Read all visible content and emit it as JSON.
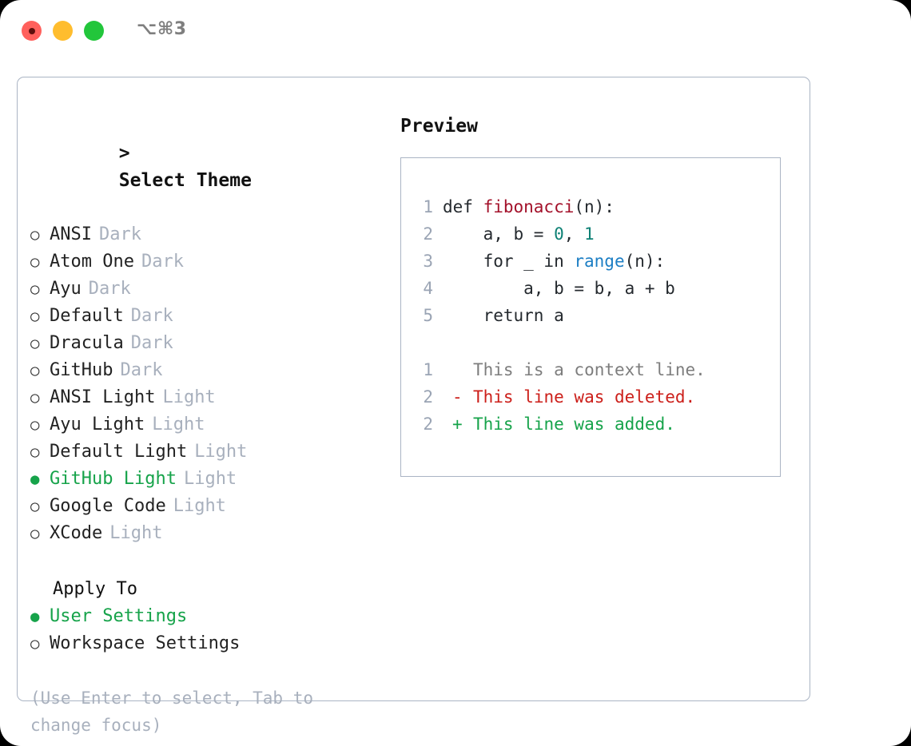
{
  "titlebar": {
    "shortcut": "⌥⌘3",
    "lights": [
      "close",
      "minimize",
      "maximize"
    ]
  },
  "theme_picker": {
    "header": "Select Theme",
    "caret": ">",
    "bullet_unselected": "○",
    "bullet_selected": "●",
    "items": [
      {
        "label": "ANSI",
        "suffix": "Dark",
        "selected": false
      },
      {
        "label": "Atom One",
        "suffix": "Dark",
        "selected": false
      },
      {
        "label": "Ayu",
        "suffix": "Dark",
        "selected": false
      },
      {
        "label": "Default",
        "suffix": "Dark",
        "selected": false
      },
      {
        "label": "Dracula",
        "suffix": "Dark",
        "selected": false
      },
      {
        "label": "GitHub",
        "suffix": "Dark",
        "selected": false
      },
      {
        "label": "ANSI Light",
        "suffix": "Light",
        "selected": false
      },
      {
        "label": "Ayu Light",
        "suffix": "Light",
        "selected": false
      },
      {
        "label": "Default Light",
        "suffix": "Light",
        "selected": false
      },
      {
        "label": "GitHub Light",
        "suffix": "Light",
        "selected": true
      },
      {
        "label": "Google Code",
        "suffix": "Light",
        "selected": false
      },
      {
        "label": "XCode",
        "suffix": "Light",
        "selected": false
      }
    ]
  },
  "apply_to": {
    "header": "Apply To",
    "items": [
      {
        "label": "User Settings",
        "selected": true
      },
      {
        "label": "Workspace Settings",
        "selected": false
      }
    ]
  },
  "hint": "(Use Enter to select, Tab to change focus)",
  "preview": {
    "title": "Preview",
    "code": [
      {
        "no": "1",
        "tokens": [
          {
            "t": "def ",
            "c": "code-text"
          },
          {
            "t": "fibonacci",
            "c": "tok-fn"
          },
          {
            "t": "(n):",
            "c": "code-text"
          }
        ]
      },
      {
        "no": "2",
        "tokens": [
          {
            "t": "    a, b = ",
            "c": "code-text"
          },
          {
            "t": "0",
            "c": "tok-num"
          },
          {
            "t": ", ",
            "c": "code-text"
          },
          {
            "t": "1",
            "c": "tok-num"
          }
        ]
      },
      {
        "no": "3",
        "tokens": [
          {
            "t": "    for _ in ",
            "c": "code-text"
          },
          {
            "t": "range",
            "c": "tok-bi"
          },
          {
            "t": "(n):",
            "c": "code-text"
          }
        ]
      },
      {
        "no": "4",
        "tokens": [
          {
            "t": "        a, b = b, a + b",
            "c": "code-text"
          }
        ]
      },
      {
        "no": "5",
        "tokens": [
          {
            "t": "    return a",
            "c": "code-text"
          }
        ]
      }
    ],
    "diff": [
      {
        "no": "1",
        "marker": " ",
        "text": "This is a context line.",
        "kind": "diff-ctx"
      },
      {
        "no": "2",
        "marker": "-",
        "text": "This line was deleted.",
        "kind": "diff-del"
      },
      {
        "no": "2",
        "marker": "+",
        "text": "This line was added.",
        "kind": "diff-add"
      }
    ]
  },
  "colors": {
    "accent_green": "#16a34a",
    "muted": "#a8b0bd",
    "border": "#aab4c4",
    "diff_add": "#16a34a",
    "diff_del": "#cc1f1a",
    "fn": "#a3112a",
    "num": "#0e8175",
    "builtin": "#1c7ec4"
  }
}
